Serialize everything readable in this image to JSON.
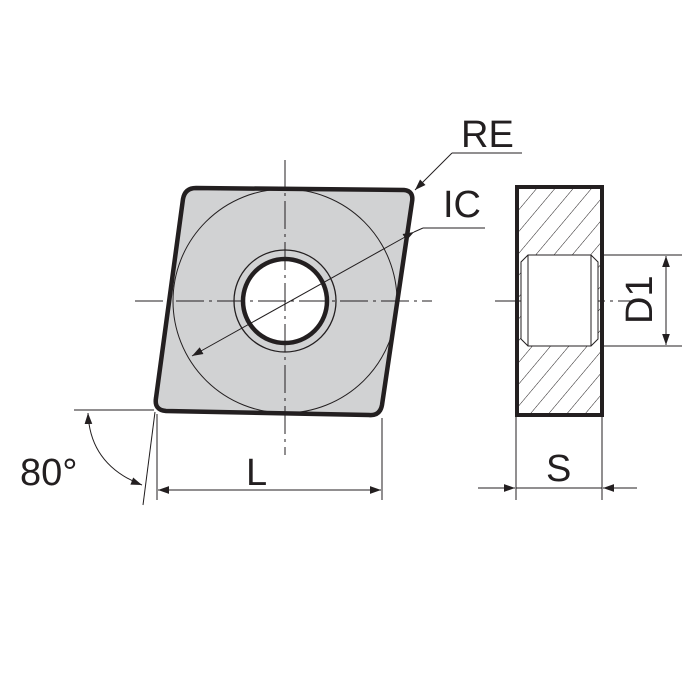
{
  "diagram": {
    "labels": {
      "re": "RE",
      "ic": "IC",
      "angle": "80°",
      "length": "L",
      "thickness": "S",
      "hole_diameter": "D1"
    },
    "colors": {
      "insert_fill": "#d1d2d3",
      "line": "#231f20",
      "background": "#ffffff"
    }
  }
}
